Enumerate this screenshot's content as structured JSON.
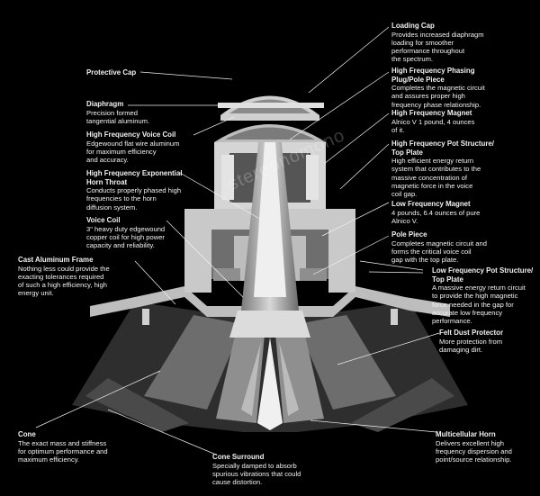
{
  "labels": {
    "loading_cap": {
      "title": "Loading Cap",
      "desc": [
        "Provides increased diaphragm",
        "loading for smoother",
        "performance throughout",
        "the spectrum."
      ]
    },
    "protective_cap": {
      "title": "Protective Cap",
      "desc": []
    },
    "hf_phasing_plug": {
      "title": "High Frequency Phasing",
      "title2": "Plug/Pole Piece",
      "desc": [
        "Completes the magnetic circuit",
        "and assures proper high",
        "frequency phase relationship."
      ]
    },
    "diaphragm": {
      "title": "Diaphragm",
      "desc": [
        "Precision formed",
        "tangential aluminum."
      ]
    },
    "hf_magnet": {
      "title": "High Frequency Magnet",
      "desc": [
        "Alnico V  1 pound, 4 ounces",
        "of it."
      ]
    },
    "hf_voice_coil": {
      "title": "High Frequency Voice Coil",
      "desc": [
        "Edgewound flat wire aluminum",
        "for maximum efficiency",
        "and accuracy."
      ]
    },
    "hf_pot_structure": {
      "title": "High Frequency Pot Structure/",
      "title2": "Top Plate",
      "desc": [
        "High efficient energy return",
        "system that contributes to the",
        "massive concentration of",
        "magnetic force in the voice",
        "coil gap."
      ]
    },
    "hf_horn_throat": {
      "title": "High Frequency Exponential",
      "title2": "Horn Throat",
      "desc": [
        "Conducts properly phased high",
        "frequencies to the horn",
        "diffusion system."
      ]
    },
    "lf_magnet": {
      "title": "Low Frequency Magnet",
      "desc": [
        "4 pounds, 6.4 ounces of pure",
        "Alnico V."
      ]
    },
    "voice_coil": {
      "title": "Voice Coil",
      "desc": [
        "3\" heavy duty edgewound",
        "copper coil for high power",
        "capacity and reliability."
      ]
    },
    "pole_piece": {
      "title": "Pole Piece",
      "desc": [
        "Completes magnetic circuit and",
        "forms the critical voice coil",
        "gap with the top plate."
      ]
    },
    "cast_frame": {
      "title": "Cast Aluminum Frame",
      "desc": [
        "Nothing less could provide the",
        "exacting tolerances required",
        "of such a high efficiency, high",
        "energy unit."
      ]
    },
    "lf_pot_structure": {
      "title": "Low Frequency Pot Structure/",
      "title2": "Top Plate",
      "desc": [
        "A massive energy return circuit",
        "to provide the high magnetic",
        "force needed in the gap for",
        "accurate low frequency",
        "performance."
      ]
    },
    "felt_dust": {
      "title": "Felt Dust Protector",
      "desc": [
        "More protection from",
        "damaging dirt."
      ]
    },
    "cone": {
      "title": "Cone",
      "desc": [
        "The exact mass and stiffness",
        "for optimum performance and",
        "maximum efficiency."
      ]
    },
    "multicellular_horn": {
      "title": "Multicellular Horn",
      "desc": [
        "Delivers excellent high",
        "frequency dispersion and",
        "point/source relationship."
      ]
    },
    "cone_surround": {
      "title": "Cone Surround",
      "desc": [
        "Specially damped to absorb",
        "spurious vibrations that could",
        "cause distortion."
      ]
    }
  },
  "watermark": "stereonomono"
}
